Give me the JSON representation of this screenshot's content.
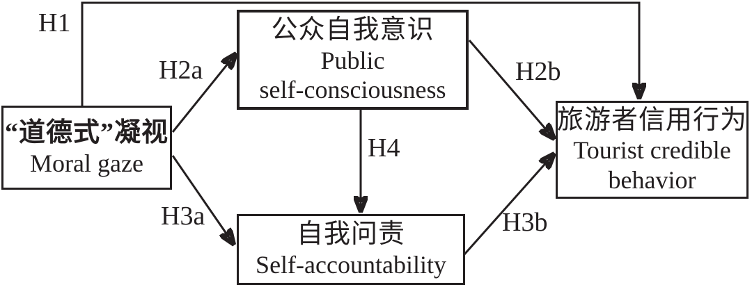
{
  "diagram": {
    "title": "Hypothesis model: moral gaze and tourist credible behavior",
    "colors": {
      "background": "#ffffff",
      "line": "#231f20",
      "text": "#231f20"
    },
    "nodes": {
      "moral_gaze": {
        "zh": "“道德式”凝视",
        "en1": "Moral gaze"
      },
      "public_self_consciousness": {
        "zh": "公众自我意识",
        "en1": "Public",
        "en2": "self-consciousness"
      },
      "self_accountability": {
        "zh": "自我问责",
        "en1": "Self-accountability"
      },
      "tourist_credible_behavior": {
        "zh": "旅游者信用行为",
        "en1": "Tourist credible",
        "en2": "behavior"
      }
    },
    "path_labels": {
      "h1": "H1",
      "h2a": "H2a",
      "h2b": "H2b",
      "h3a": "H3a",
      "h3b": "H3b",
      "h4": "H4"
    }
  }
}
